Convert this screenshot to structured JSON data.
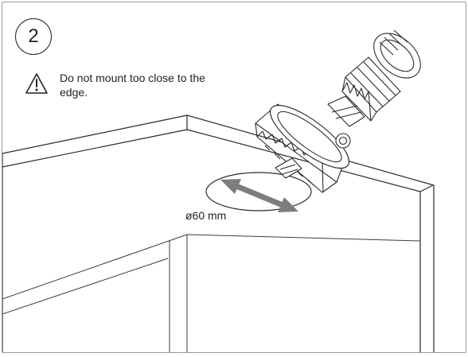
{
  "step": {
    "number": "2"
  },
  "warning": {
    "icon": "warning-triangle-icon",
    "text": "Do not mount too close to the edge."
  },
  "diagram": {
    "dimension_label": "ø60 mm",
    "arrow_color": "#7d7d7d",
    "line_color": "#2a2a2a"
  }
}
